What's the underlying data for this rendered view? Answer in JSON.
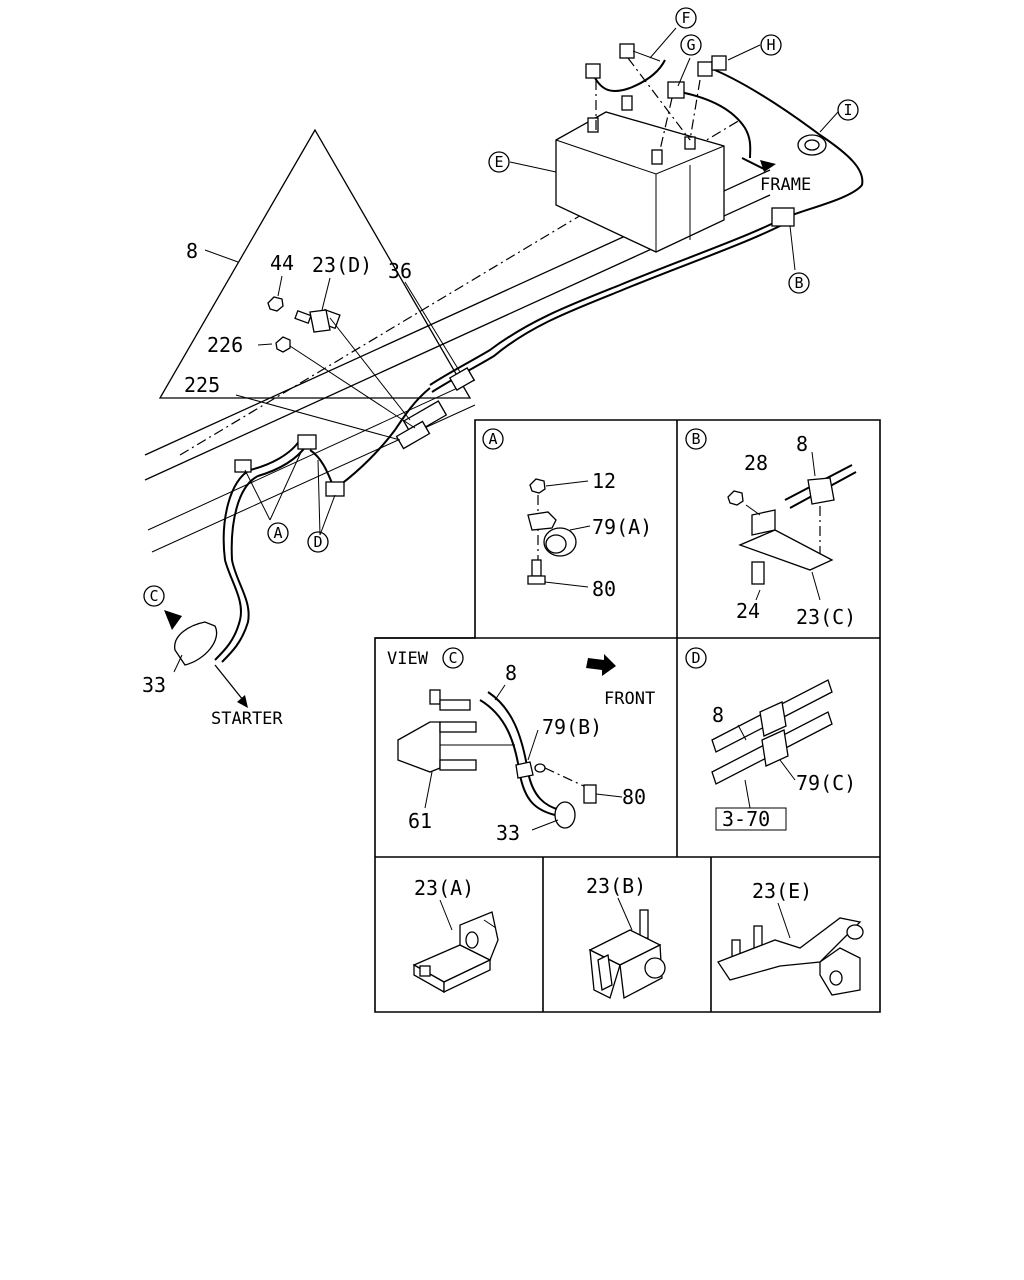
{
  "main_view": {
    "frame_label": "FRAME",
    "starter_label": "STARTER",
    "callouts": {
      "battery": "E",
      "cable_f": "F",
      "cable_g": "G",
      "cable_h": "H",
      "grommet": "I",
      "clip_b": "B",
      "clip_a": "A",
      "clip_d": "D",
      "view_c": "C"
    },
    "part_numbers": {
      "harness": "8",
      "nut_44": "44",
      "bracket_23d": "23(D)",
      "part_36": "36",
      "nut_226": "226",
      "part_225": "225",
      "part_33": "33"
    }
  },
  "detail_a": {
    "marker": "A",
    "nut": "12",
    "clip": "79(A)",
    "bolt": "80"
  },
  "detail_b": {
    "marker": "B",
    "nut": "28",
    "harness": "8",
    "bolt": "24",
    "bracket": "23(C)"
  },
  "view_c": {
    "title": "VIEW",
    "marker": "C",
    "harness": "8",
    "front": "FRONT",
    "clip": "79(B)",
    "bolt": "80",
    "part_61": "61",
    "part_33": "33"
  },
  "detail_d": {
    "marker": "D",
    "harness": "8",
    "clip": "79(C)",
    "ref": "3-70"
  },
  "brackets": {
    "a": "23(A)",
    "b": "23(B)",
    "e": "23(E)"
  }
}
